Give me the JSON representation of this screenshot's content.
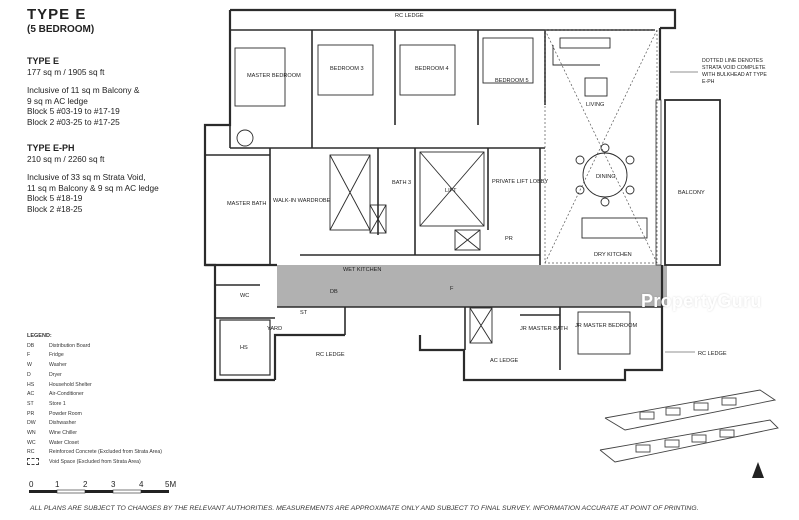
{
  "header": {
    "title": "TYPE  E",
    "subtitle": "(5 BEDROOM)"
  },
  "type_e": {
    "heading": "TYPE E",
    "area": "177 sq m / 1905 sq ft",
    "inclusive_1": "Inclusive of 11 sq m Balcony &",
    "inclusive_2": "9 sq m AC ledge",
    "block_5": "Block 5 #03-19 to #17-19",
    "block_2": "Block 2 #03-25 to #17-25"
  },
  "type_eph": {
    "heading": "TYPE E-PH",
    "area": "210 sq m / 2260 sq ft",
    "inclusive_1": "Inclusive of 33 sq m Strata Void,",
    "inclusive_2": "11 sq m Balcony & 9 sq m AC ledge",
    "block_5": "Block 5 #18-19",
    "block_2": "Block 2 #18-25"
  },
  "legend": {
    "title": "LEGEND:",
    "items": [
      {
        "code": "DB",
        "desc": "Distribution Board"
      },
      {
        "code": "F",
        "desc": "Fridge"
      },
      {
        "code": "W",
        "desc": "Washer"
      },
      {
        "code": "D",
        "desc": "Dryer"
      },
      {
        "code": "HS",
        "desc": "Household Shelter"
      },
      {
        "code": "AC",
        "desc": "Air-Conditioner"
      },
      {
        "code": "ST",
        "desc": "Store 1"
      },
      {
        "code": "PR",
        "desc": "Powder Room"
      },
      {
        "code": "DW",
        "desc": "Dishwasher"
      },
      {
        "code": "WN",
        "desc": "Wine Chiller"
      },
      {
        "code": "WC",
        "desc": "Water Closet"
      },
      {
        "code": "RC",
        "desc": "Reinforced Concrete (Excluded from Strata Area)"
      },
      {
        "code": "",
        "desc": "Void Space (Excluded from Strata Area)"
      }
    ]
  },
  "scale": {
    "ticks": [
      "0",
      "1",
      "2",
      "3",
      "4",
      "5M"
    ]
  },
  "rooms": {
    "master_bedroom": "MASTER BEDROOM",
    "bedroom3": "BEDROOM 3",
    "bedroom4": "BEDROOM 4",
    "bedroom5": "BEDROOM 5",
    "living": "LIVING",
    "dining": "DINING",
    "balcony": "BALCONY",
    "dry_kitchen": "DRY KITCHEN",
    "wet_kitchen": "WET KITCHEN",
    "master_bath": "MASTER BATH",
    "walk_in_wardrobe": "WALK-IN WARDROBE",
    "bath3": "BATH 3",
    "lift": "LIFT",
    "private_lift_lobby": "PRIVATE LIFT LOBBY",
    "pr": "PR",
    "jr_master_bath": "JR MASTER BATH",
    "jr_master_bedroom": "JR MASTER BEDROOM",
    "hs": "HS",
    "wc": "WC",
    "yard": "YARD",
    "rc_ledge_top": "RC LEDGE",
    "rc_ledge_bottom": "RC LEDGE",
    "rc_ledge_right": "RC LEDGE",
    "ac_ledge": "AC LEDGE",
    "st": "ST",
    "f": "F",
    "db": "DB"
  },
  "strata_note": "DOTTED LINE DENOTES STRATA VOID COMPLETE WITH BULKHEAD AT TYPE E-PH",
  "watermark": "PropertyGuru",
  "footer": "ALL PLANS ARE SUBJECT TO CHANGES BY THE RELEVANT AUTHORITIES. MEASUREMENTS ARE APPROXIMATE ONLY AND SUBJECT TO FINAL SURVEY. INFORMATION ACCURATE AT POINT OF PRINTING.",
  "colors": {
    "walls": "#2b2b2b",
    "highlight": "#9a9a9a",
    "background": "#ffffff"
  }
}
